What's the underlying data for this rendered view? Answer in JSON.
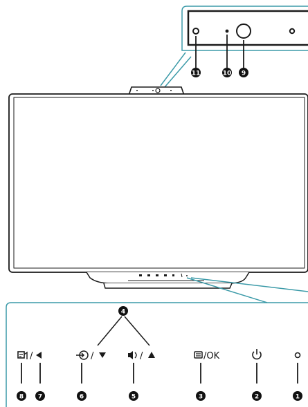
{
  "callouts": {
    "c1": "1",
    "c2": "2",
    "c3": "3",
    "c4": "4",
    "c5": "5",
    "c6": "6",
    "c7": "7",
    "c8": "8",
    "c9": "9",
    "c10": "10",
    "c11": "11"
  },
  "buttons": {
    "ok_label": "/OK",
    "slash": "/"
  },
  "colors": {
    "teal": "#3b9aa8",
    "outline": "#1a1a1a",
    "callout_fill": "#111111"
  }
}
